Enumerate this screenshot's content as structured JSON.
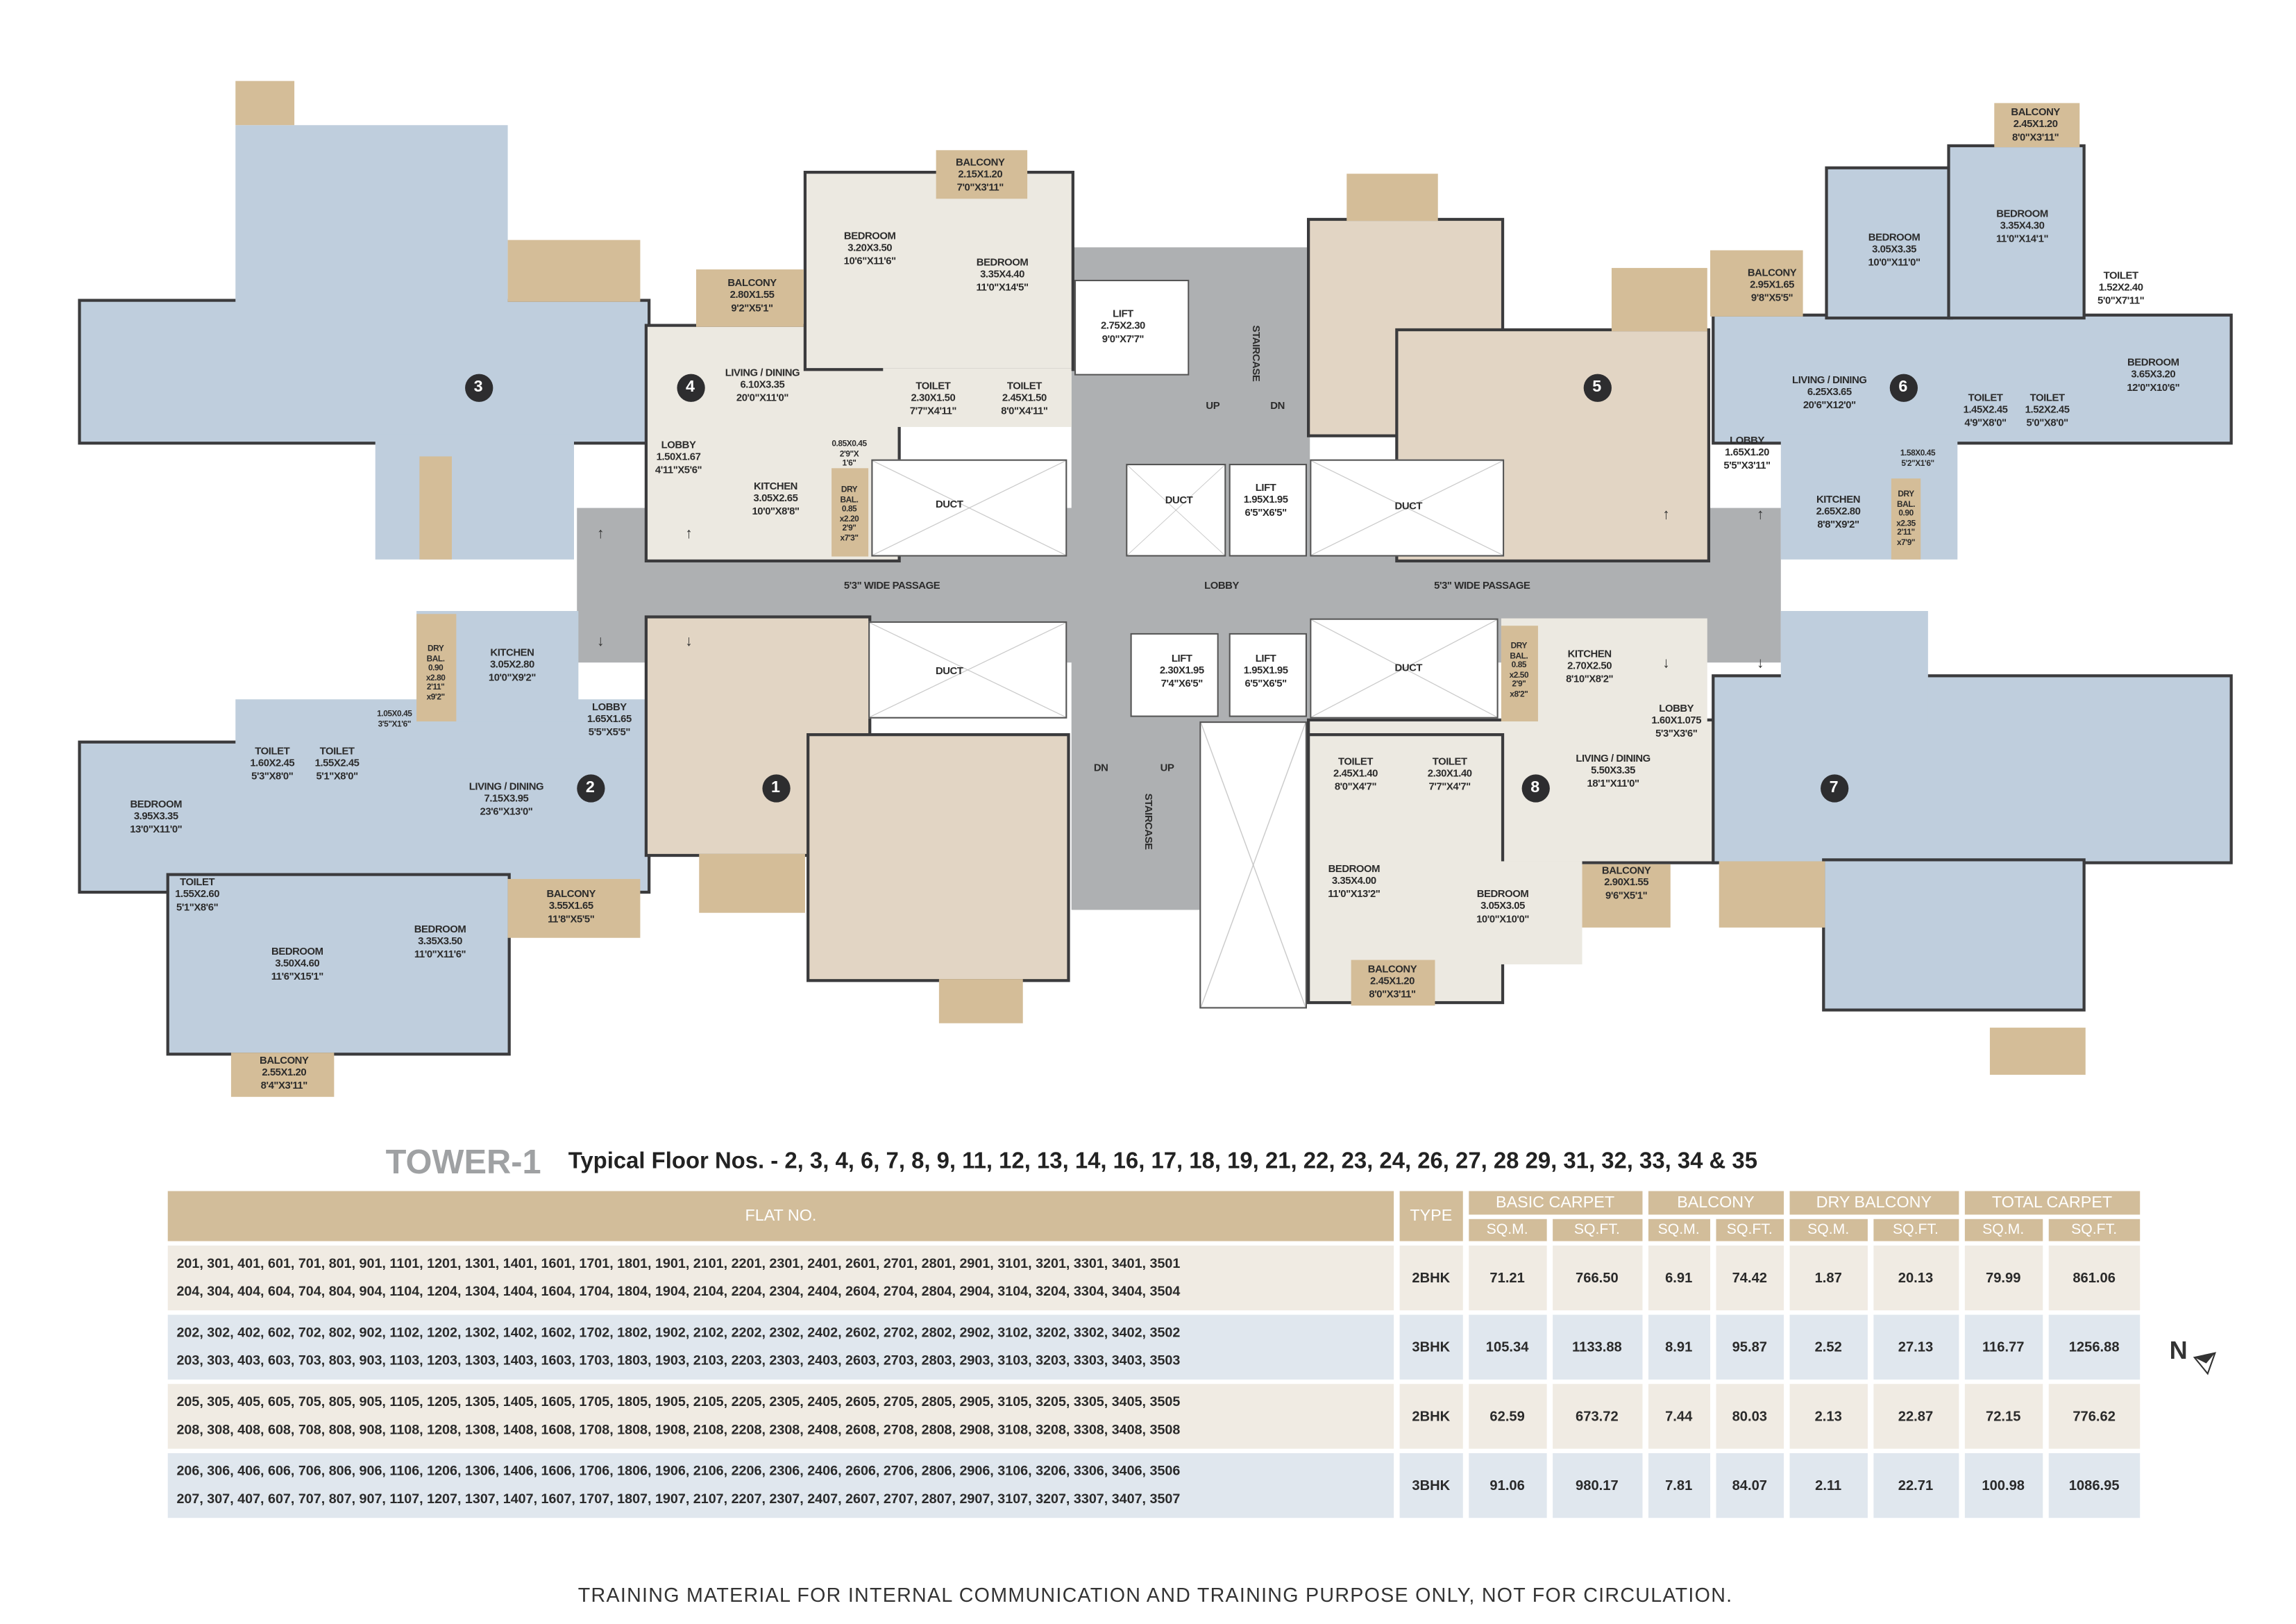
{
  "colors": {
    "unit_blue": "#bfcedd",
    "unit_beige": "#e2d5c4",
    "unit_cream": "#ece9e1",
    "balcony": "#d4bd98",
    "common": "#aeb0b2",
    "table_header": "#d2bd9a"
  },
  "unit_numbers": [
    "1",
    "2",
    "3",
    "4",
    "5",
    "6",
    "7",
    "8"
  ],
  "core": {
    "lift_a": "LIFT\n2.75X2.30\n9'0\"X7'7\"",
    "staircase": "STAIRCASE",
    "up": "UP",
    "dn": "DN",
    "duct": "DUCT",
    "lift_b": "LIFT\n1.95X1.95\n6'5\"X6'5\"",
    "lobby": "LOBBY",
    "passage": "5'3\" WIDE PASSAGE",
    "lift_c": "LIFT\n2.30X1.95\n7'4\"X6'5\"",
    "lift_d": "LIFT\n1.95X1.95\n6'5\"X6'5\""
  },
  "unit4": {
    "bed1": "BEDROOM\n3.20X3.50\n10'6\"X11'6\"",
    "bed2": "BEDROOM\n3.35X4.40\n11'0\"X14'5\"",
    "bal1": "BALCONY\n2.15X1.20\n7'0\"X3'11\"",
    "bal2": "BALCONY\n2.80X1.55\n9'2\"X5'1\"",
    "living": "LIVING / DINING\n6.10X3.35\n20'0\"X11'0\"",
    "toilet1": "TOILET\n2.30X1.50\n7'7\"X4'11\"",
    "toilet2": "TOILET\n2.45X1.50\n8'0\"X4'11\"",
    "lobby": "LOBBY\n1.50X1.67\n4'11\"X5'6\"",
    "kitchen": "KITCHEN\n3.05X2.65\n10'0\"X8'8\"",
    "drybal": "DRY\nBAL.\n0.85\nx2.20\n2'9\"\nx7'3\"",
    "niche": "0.85X0.45\n2'9\"X\n1'6\""
  },
  "unit6": {
    "bal1": "BALCONY\n2.45X1.20\n8'0\"X3'11\"",
    "bed1": "BEDROOM\n3.35X4.30\n11'0\"X14'1\"",
    "bed2": "BEDROOM\n3.05X3.35\n10'0\"X11'0\"",
    "bal2": "BALCONY\n2.95X1.65\n9'8\"X5'5\"",
    "toilet1": "TOILET\n1.52X2.40\n5'0\"X7'11\"",
    "living": "LIVING / DINING\n6.25X3.65\n20'6\"X12'0\"",
    "bed3": "BEDROOM\n3.65X3.20\n12'0\"X10'6\"",
    "toilet2": "TOILET\n1.45X2.45\n4'9\"X8'0\"",
    "toilet3": "TOILET\n1.52X2.45\n5'0\"X8'0\"",
    "lobby": "LOBBY\n1.65X1.20\n5'5\"X3'11\"",
    "kitchen": "KITCHEN\n2.65X2.80\n8'8\"X9'2\"",
    "drybal": "DRY\nBAL.\n0.90\nx2.35\n2'11\"\nx7'9\"",
    "niche": "1.58X0.45\n5'2\"X1'6\""
  },
  "unit2": {
    "kitchen": "KITCHEN\n3.05X2.80\n10'0\"X9'2\"",
    "drybal": "DRY\nBAL.\n0.90\nx2.80\n2'11\"\nx9'2\"",
    "lobby": "LOBBY\n1.65X1.65\n5'5\"X5'5\"",
    "niche": "1.05X0.45\n3'5\"X1'6\"",
    "toilet1": "TOILET\n1.60X2.45\n5'3\"X8'0\"",
    "toilet2": "TOILET\n1.55X2.45\n5'1\"X8'0\"",
    "living": "LIVING / DINING\n7.15X3.95\n23'6\"X13'0\"",
    "bed1": "BEDROOM\n3.95X3.35\n13'0\"X11'0\"",
    "toilet3": "TOILET\n1.55X2.60\n5'1\"X8'6\"",
    "bed2": "BEDROOM\n3.50X4.60\n11'6\"X15'1\"",
    "bed3": "BEDROOM\n3.35X3.50\n11'0\"X11'6\"",
    "bal1": "BALCONY\n3.55X1.65\n11'8\"X5'5\"",
    "bal2": "BALCONY\n2.55X1.20\n8'4\"X3'11\""
  },
  "unit8": {
    "drybal": "DRY\nBAL.\n0.85\nx2.50\n2'9\"\nx8'2\"",
    "kitchen": "KITCHEN\n2.70X2.50\n8'10\"X8'2\"",
    "lobby": "LOBBY\n1.60X1.075\n5'3\"X3'6\"",
    "living": "LIVING / DINING\n5.50X3.35\n18'1\"X11'0\"",
    "toilet1": "TOILET\n2.45X1.40\n8'0\"X4'7\"",
    "toilet2": "TOILET\n2.30X1.40\n7'7\"X4'7\"",
    "bed1": "BEDROOM\n3.35X4.00\n11'0\"X13'2\"",
    "bed2": "BEDROOM\n3.05X3.05\n10'0\"X10'0\"",
    "bal1": "BALCONY\n2.90X1.55\n9'6\"X5'1\"",
    "bal2": "BALCONY\n2.45X1.20\n8'0\"X3'11\""
  },
  "heading": {
    "tower": "TOWER-1",
    "floors": "Typical Floor Nos. - 2, 3, 4, 6, 7, 8, 9, 11, 12, 13, 14, 16, 17, 18, 19, 21, 22, 23, 24, 26, 27, 28 29, 31, 32, 33, 34 & 35"
  },
  "table": {
    "headers": {
      "flat_no": "FLAT NO.",
      "type": "TYPE",
      "basic_carpet": "BASIC CARPET",
      "balcony": "BALCONY",
      "dry_balcony": "DRY BALCONY",
      "total_carpet": "TOTAL CARPET",
      "sqm": "SQ.M.",
      "sqft": "SQ.FT."
    },
    "rows": [
      {
        "flats1": "201, 301, 401, 601, 701, 801, 901, 1101, 1201, 1301, 1401, 1601, 1701, 1801, 1901, 2101, 2201, 2301, 2401, 2601, 2701, 2801, 2901, 3101, 3201, 3301, 3401, 3501",
        "flats2": "204, 304, 404,  604, 704, 804, 904, 1104, 1204, 1304, 1404, 1604, 1704, 1804, 1904, 2104, 2204, 2304, 2404, 2604, 2704, 2804, 2904, 3104, 3204, 3304, 3404, 3504",
        "type": "2BHK",
        "bc_sqm": "71.21",
        "bc_sqft": "766.50",
        "b_sqm": "6.91",
        "b_sqft": "74.42",
        "db_sqm": "1.87",
        "db_sqft": "20.13",
        "tc_sqm": "79.99",
        "tc_sqft": "861.06"
      },
      {
        "flats1": "202, 302, 402, 602, 702, 802, 902, 1102, 1202, 1302, 1402, 1602, 1702, 1802, 1902, 2102, 2202, 2302, 2402, 2602, 2702, 2802, 2902, 3102, 3202, 3302, 3402, 3502",
        "flats2": "203, 303, 403, 603, 703, 803, 903, 1103, 1203, 1303, 1403, 1603, 1703, 1803, 1903, 2103, 2203, 2303, 2403, 2603, 2703, 2803, 2903, 3103, 3203, 3303, 3403, 3503",
        "type": "3BHK",
        "bc_sqm": "105.34",
        "bc_sqft": "1133.88",
        "b_sqm": "8.91",
        "b_sqft": "95.87",
        "db_sqm": "2.52",
        "db_sqft": "27.13",
        "tc_sqm": "116.77",
        "tc_sqft": "1256.88"
      },
      {
        "flats1": "205, 305, 405,  605, 705, 805, 905, 1105, 1205, 1305, 1405, 1605, 1705, 1805, 1905, 2105, 2205, 2305, 2405, 2605, 2705, 2805, 2905, 3105, 3205, 3305, 3405, 3505",
        "flats2": "208, 308, 408, 608, 708, 808, 908, 1108, 1208, 1308, 1408, 1608, 1708, 1808, 1908, 2108, 2208, 2308, 2408, 2608, 2708, 2808, 2908, 3108, 3208, 3308, 3408, 3508",
        "type": "2BHK",
        "bc_sqm": "62.59",
        "bc_sqft": "673.72",
        "b_sqm": "7.44",
        "b_sqft": "80.03",
        "db_sqm": "2.13",
        "db_sqft": "22.87",
        "tc_sqm": "72.15",
        "tc_sqft": "776.62"
      },
      {
        "flats1": "206, 306, 406, 606, 706, 806, 906, 1106, 1206, 1306, 1406,  1606, 1706, 1806, 1906, 2106, 2206, 2306, 2406, 2606, 2706, 2806, 2906, 3106, 3206, 3306, 3406, 3506",
        "flats2": "207, 307, 407,  607, 707, 807, 907, 1107, 1207, 1307, 1407, 1607, 1707, 1807, 1907, 2107, 2207, 2307, 2407, 2607, 2707, 2807, 2907, 3107, 3207, 3307, 3407, 3507",
        "type": "3BHK",
        "bc_sqm": "91.06",
        "bc_sqft": "980.17",
        "b_sqm": "7.81",
        "b_sqft": "84.07",
        "db_sqm": "2.11",
        "db_sqft": "22.71",
        "tc_sqm": "100.98",
        "tc_sqft": "1086.95"
      }
    ]
  },
  "north_label": "N",
  "footer": "TRAINING MATERIAL FOR INTERNAL COMMUNICATION AND TRAINING PURPOSE ONLY, NOT FOR CIRCULATION."
}
